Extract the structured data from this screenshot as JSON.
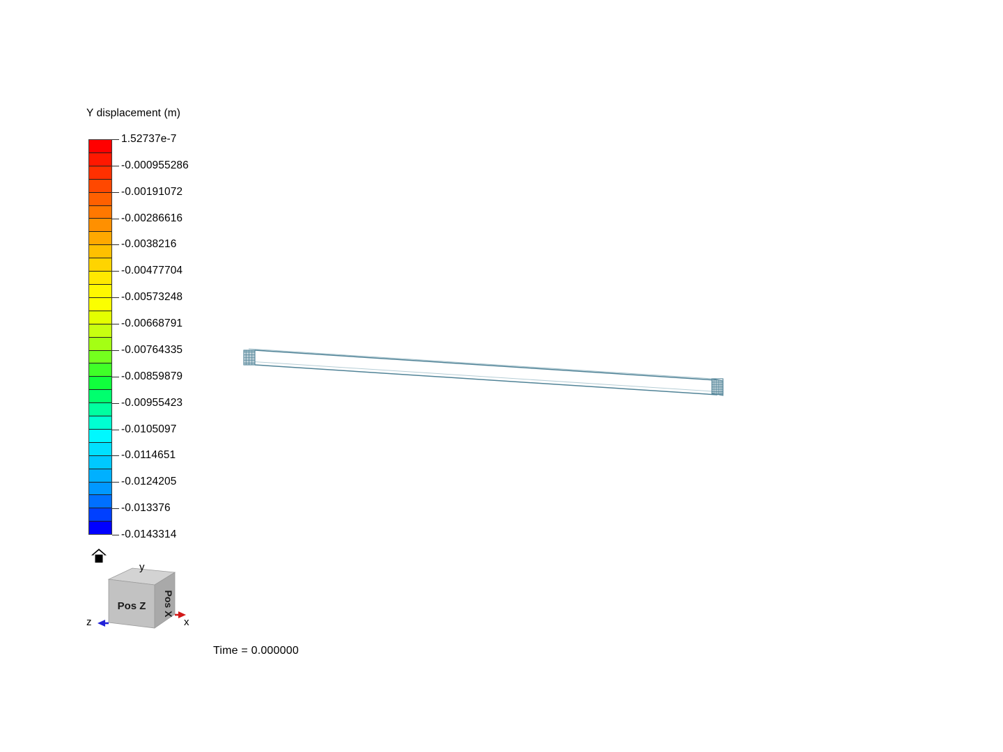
{
  "legend": {
    "title": "Y displacement (m)",
    "tick_labels": [
      "1.52737e-7",
      "-0.000955286",
      "-0.00191072",
      "-0.00286616",
      "-0.0038216",
      "-0.00477704",
      "-0.00573248",
      "-0.00668791",
      "-0.00764335",
      "-0.00859879",
      "-0.00955423",
      "-0.0105097",
      "-0.0114651",
      "-0.0124205",
      "-0.013376",
      "-0.0143314"
    ],
    "band_colors": [
      "#ff0000",
      "#ff1800",
      "#ff3000",
      "#ff4800",
      "#ff6000",
      "#ff7800",
      "#ff9000",
      "#ffa800",
      "#ffc000",
      "#ffd400",
      "#ffe800",
      "#fff800",
      "#fbff00",
      "#e4ff00",
      "#c8ff10",
      "#a4ff14",
      "#74ff1e",
      "#40ff28",
      "#10ff3c",
      "#00ff6e",
      "#00ffa0",
      "#00ffd2",
      "#00f8ff",
      "#00e0ff",
      "#00c8ff",
      "#00b0ff",
      "#0098ff",
      "#0070ff",
      "#0040ff",
      "#0000ff"
    ],
    "range_max": "1.52737e-7",
    "range_min": "-0.0143314",
    "band_count": 30
  },
  "scene": {
    "mesh_edge_color": "#4f8296",
    "mesh_fill_color": "#ffffff",
    "beam_label": "cantilever-beam",
    "left_cap_label": "fixed-end-mesh",
    "right_cap_label": "free-end-mesh"
  },
  "orientation_widget": {
    "home_icon": "home-icon",
    "cube_left_face_label": "Pos Z",
    "cube_right_face_label": "Pos X",
    "axis_y_label": "y",
    "axis_z_label": "z",
    "axis_x_label": "x",
    "axis_x_color": "#d21919",
    "axis_z_color": "#2222d8",
    "cube_color": "#b4b4b4"
  },
  "annotations": {
    "time": "Time = 0.000000"
  }
}
